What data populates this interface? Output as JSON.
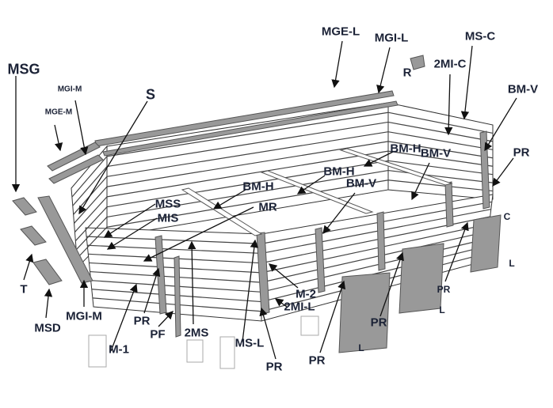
{
  "title": "Exploded assembly diagram of wooden pool",
  "labels": {
    "msg": "MSG",
    "mgi_m_top": "MGI-M",
    "mge_m": "MGE-M",
    "s": "S",
    "mge_l": "MGE-L",
    "mgi_l": "MGI-L",
    "ms_c": "MS-C",
    "r": "R",
    "twomi_c": "2MI-C",
    "bm_v_1": "BM-V",
    "bm_h_1": "BM-H",
    "bm_v_2": "BM-V",
    "pr_1": "PR",
    "bm_h_2": "BM-H",
    "bm_h_3": "BM-H",
    "bm_v_3": "BM-V",
    "mss": "MSS",
    "mis": "MIS",
    "mr": "MR",
    "c": "C",
    "t": "T",
    "msd": "MSD",
    "mgi_m_bottom": "MGI-M",
    "m_1": "M-1",
    "pr_2": "PR",
    "pf": "PF",
    "twoms": "2MS",
    "ms_l": "MS-L",
    "m_2": "M-2",
    "twomi_l": "2MI-L",
    "pr_3": "PR",
    "pr_4": "PR",
    "l_1": "L",
    "pr_5": "PR",
    "l_2": "L",
    "pr_6": "PR",
    "l_3": "L"
  },
  "colors": {
    "label": "#1b2236",
    "wood": "#ffffff",
    "part": "#9a9a9a",
    "line": "#333333"
  }
}
